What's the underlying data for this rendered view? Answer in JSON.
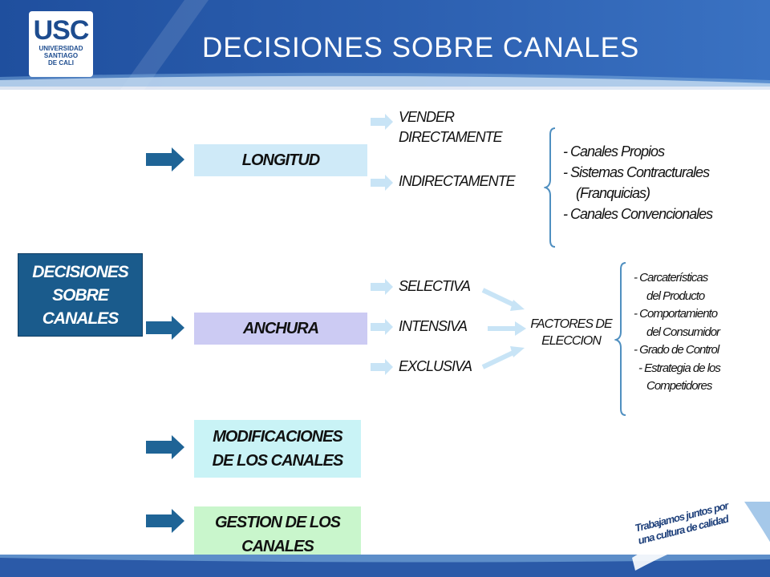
{
  "header": {
    "logo_big": "USC",
    "logo_line1": "UNIVERSIDAD",
    "logo_line2": "SANTIAGO",
    "logo_line3": "DE  CALI",
    "title": "DECISIONES SOBRE CANALES"
  },
  "main_box": {
    "line1": "DECISIONES",
    "line2": "SOBRE",
    "line3": "CANALES"
  },
  "longitud": {
    "label": "LONGITUD",
    "options": [
      "VENDER",
      "DIRECTAMENTE",
      "INDIRECTAMENTE"
    ],
    "list": [
      "- Canales Propios",
      "- Sistemas Contracturales",
      "(Franquicias)",
      "- Canales Convencionales"
    ]
  },
  "anchura": {
    "label": "ANCHURA",
    "options": [
      "SELECTIVA",
      "INTENSIVA",
      "EXCLUSIVA"
    ],
    "factores_line1": "FACTORES DE",
    "factores_line2": "ELECCION",
    "list": [
      "- Carcaterísticas",
      "del Producto",
      "- Comportamiento",
      "del Consumidor",
      "- Grado de Control",
      "- Estrategia de los",
      "Competidores"
    ]
  },
  "modificaciones": {
    "line1": "MODIFICACIONES",
    "line2": "DE LOS CANALES"
  },
  "gestion": {
    "line1": "GESTION DE LOS",
    "line2": "CANALES"
  },
  "slogan": {
    "line1": "Trabajamos juntos por",
    "line2": "una cultura de calidad"
  },
  "colors": {
    "header_blue": "#2b5aa8",
    "dark_blue_box": "#1a5b8c",
    "arrow_blue": "#1f6496",
    "longitud_fill": "#cfeaf8",
    "anchura_fill": "#cccbf3",
    "modificaciones_fill": "#c9f3f6",
    "gestion_fill": "#c9f6cc",
    "light_arrow": "#c8e4f6",
    "bracket": "#4f8fc0"
  }
}
